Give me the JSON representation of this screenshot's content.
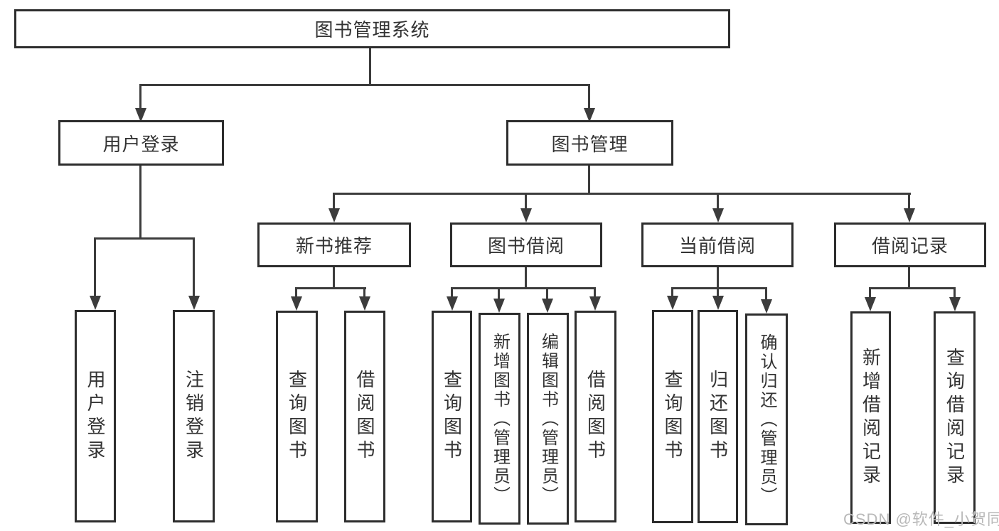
{
  "title": "图书管理系统",
  "nodes": {
    "root": {
      "label": "图书管理系统"
    },
    "user_login": {
      "label": "用户登录"
    },
    "book_management": {
      "label": "图书管理"
    },
    "new_book_recommend": {
      "label": "新书推荐"
    },
    "book_borrow": {
      "label": "图书借阅"
    },
    "current_borrow": {
      "label": "当前借阅"
    },
    "borrow_records": {
      "label": "借阅记录"
    },
    "leaves": {
      "user_login": "用户登录",
      "logout": "注销登录",
      "recommend_query_book": "查询图书",
      "recommend_borrow_book": "借阅图书",
      "borrow_query_book": "查询图书",
      "borrow_add_book": "新增图书（管理员）",
      "borrow_edit_book": "编辑图书（管理员）",
      "borrow_borrow_book": "借阅图书",
      "current_query_book": "查询图书",
      "current_return_book": "归还图书",
      "current_confirm_return": "确认归还（管理员）",
      "records_add_record": "新增借阅记录",
      "records_query_record": "查询借阅记录"
    }
  },
  "watermark": {
    "text": "CSDN @软件_小贺同学"
  },
  "colors": {
    "line": "#3c3c3c",
    "box_border": "#2d2d2d",
    "text": "#333333",
    "background": "#ffffff",
    "watermark": "#b9b9b9"
  }
}
